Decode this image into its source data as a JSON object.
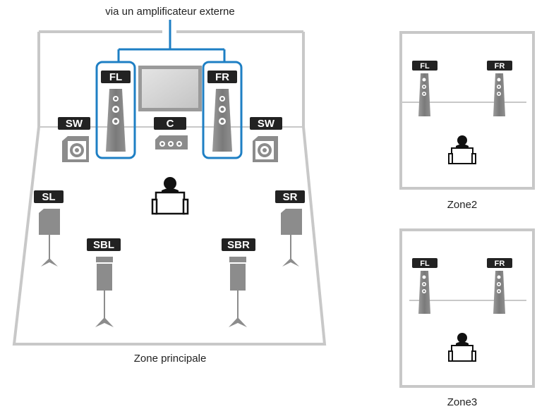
{
  "header": {
    "amp_note": "via un amplificateur externe"
  },
  "main_zone": {
    "caption": "Zone principale",
    "speakers": {
      "fl": "FL",
      "fr": "FR",
      "c": "C",
      "sw_left": "SW",
      "sw_right": "SW",
      "sl": "SL",
      "sr": "SR",
      "sbl": "SBL",
      "sbr": "SBR"
    }
  },
  "zone2": {
    "caption": "Zone2",
    "speakers": {
      "fl": "FL",
      "fr": "FR"
    }
  },
  "zone3": {
    "caption": "Zone3",
    "speakers": {
      "fl": "FL",
      "fr": "FR"
    }
  },
  "colors": {
    "wall": "#c8c8c8",
    "label_bg": "#222222",
    "speaker_gray": "#8c8c8c",
    "highlight_blue": "#1e7fc4"
  },
  "icons": [
    "tower-speaker-icon",
    "center-speaker-icon",
    "subwoofer-icon",
    "surround-speaker-icon",
    "back-speaker-icon",
    "listener-icon",
    "tv-screen-icon"
  ]
}
